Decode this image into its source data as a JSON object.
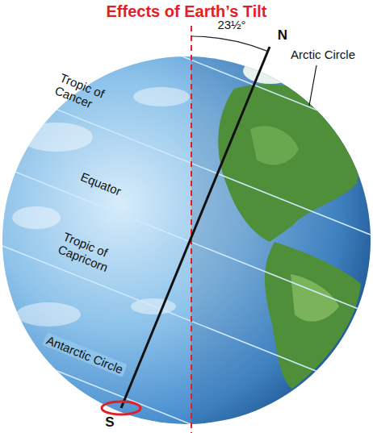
{
  "diagram": {
    "title": "Effects of Earth’s Tilt",
    "labels": [
      "23½°",
      "N",
      "Arctic Circle",
      "Tropic of Cancer",
      "Equator",
      "Tropic of Capricorn",
      "Antarctic Circle",
      "S"
    ]
  }
}
